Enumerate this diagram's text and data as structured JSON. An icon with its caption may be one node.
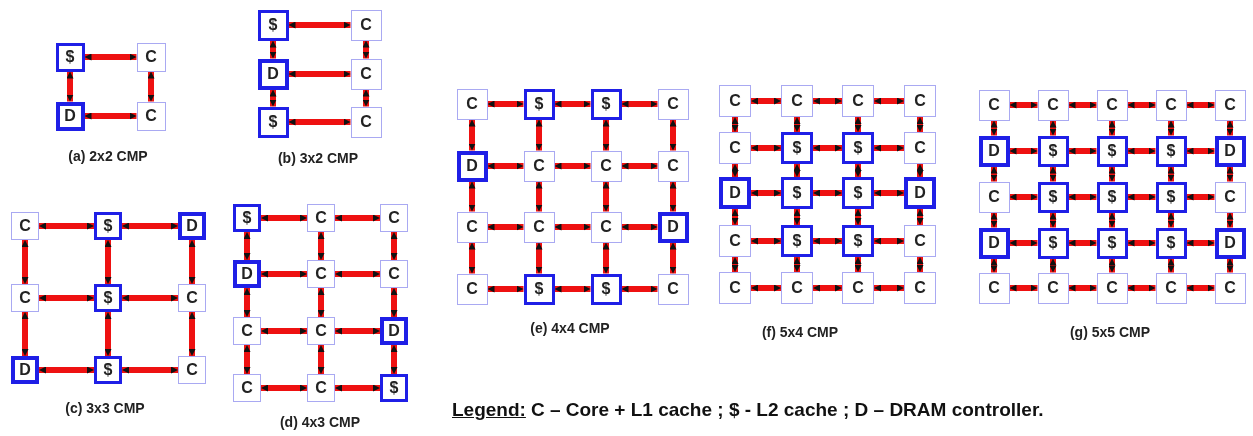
{
  "diagram": {
    "nodes": [
      {
        "text": [
          "$"
        ]
      },
      {
        "text": [
          "C"
        ]
      },
      {
        "text": [
          "D"
        ]
      },
      {
        "text": [
          "C"
        ]
      },
      {
        "text": [
          "$"
        ]
      },
      {
        "text": [
          "C"
        ]
      },
      {
        "text": [
          "D"
        ]
      },
      {
        "text": [
          "C"
        ]
      },
      {
        "text": [
          "$"
        ]
      },
      {
        "text": [
          "C"
        ]
      },
      {
        "text": [
          "C"
        ]
      },
      {
        "text": [
          "$"
        ]
      },
      {
        "text": [
          "D"
        ]
      },
      {
        "text": [
          "C"
        ]
      },
      {
        "text": [
          "$"
        ]
      },
      {
        "text": [
          "C"
        ]
      },
      {
        "text": [
          "D"
        ]
      },
      {
        "text": [
          "$"
        ]
      },
      {
        "text": [
          "C"
        ]
      },
      {
        "text": [
          "$"
        ]
      },
      {
        "text": [
          "C"
        ]
      },
      {
        "text": [
          "C"
        ]
      },
      {
        "text": [
          "D"
        ]
      },
      {
        "text": [
          "C"
        ]
      },
      {
        "text": [
          "C"
        ]
      },
      {
        "text": [
          "C"
        ]
      },
      {
        "text": [
          "C"
        ]
      },
      {
        "text": [
          "D"
        ]
      },
      {
        "text": [
          "C"
        ]
      },
      {
        "text": [
          "C"
        ]
      },
      {
        "text": [
          "$"
        ]
      },
      {
        "text": [
          "C"
        ]
      },
      {
        "text": [
          "$"
        ]
      },
      {
        "text": [
          "$"
        ]
      },
      {
        "text": [
          "C"
        ]
      },
      {
        "text": [
          "D"
        ]
      },
      {
        "text": [
          "C"
        ]
      },
      {
        "text": [
          "C"
        ]
      },
      {
        "text": [
          "C"
        ]
      },
      {
        "text": [
          "C"
        ]
      },
      {
        "text": [
          "C"
        ]
      },
      {
        "text": [
          "C"
        ]
      },
      {
        "text": [
          "D"
        ]
      },
      {
        "text": [
          "C"
        ]
      },
      {
        "text": [
          "$"
        ]
      },
      {
        "text": [
          "$"
        ]
      },
      {
        "text": [
          "C"
        ]
      },
      {
        "text": [
          "C"
        ]
      },
      {
        "text": [
          "C"
        ]
      },
      {
        "text": [
          "C"
        ]
      },
      {
        "text": [
          "C"
        ]
      },
      {
        "text": [
          "C"
        ]
      },
      {
        "text": [
          "$"
        ]
      },
      {
        "text": [
          "$"
        ]
      },
      {
        "text": [
          "C"
        ]
      },
      {
        "text": [
          "D"
        ]
      },
      {
        "text": [
          "$"
        ]
      },
      {
        "text": [
          "$"
        ]
      },
      {
        "text": [
          "D"
        ]
      },
      {
        "text": [
          "C"
        ]
      },
      {
        "text": [
          "$"
        ]
      },
      {
        "text": [
          "$"
        ]
      },
      {
        "text": [
          "C"
        ]
      },
      {
        "text": [
          "C"
        ]
      },
      {
        "text": [
          "C"
        ]
      },
      {
        "text": [
          "C"
        ]
      },
      {
        "text": [
          "C"
        ]
      },
      {
        "text": [
          "C"
        ]
      },
      {
        "text": [
          "C"
        ]
      },
      {
        "text": [
          "C"
        ]
      },
      {
        "text": [
          "C"
        ]
      },
      {
        "text": [
          "C"
        ]
      },
      {
        "text": [
          "D"
        ]
      },
      {
        "text": [
          "$"
        ]
      },
      {
        "text": [
          "$"
        ]
      },
      {
        "text": [
          "$"
        ]
      },
      {
        "text": [
          "D"
        ]
      },
      {
        "text": [
          "C"
        ]
      },
      {
        "text": [
          "$"
        ]
      },
      {
        "text": [
          "$"
        ]
      },
      {
        "text": [
          "$"
        ]
      },
      {
        "text": [
          "C"
        ]
      },
      {
        "text": [
          "D"
        ]
      },
      {
        "text": [
          "$"
        ]
      },
      {
        "text": [
          "$"
        ]
      },
      {
        "text": [
          "$"
        ]
      },
      {
        "text": [
          "D"
        ]
      },
      {
        "text": [
          "C"
        ]
      },
      {
        "text": [
          "C"
        ]
      },
      {
        "text": [
          "C"
        ]
      },
      {
        "text": [
          "C"
        ]
      },
      {
        "text": [
          "C"
        ]
      }
    ],
    "edges": [
      {
        "from": 0,
        "to": 1,
        "arrow": "both"
      },
      {
        "from": 2,
        "to": 3,
        "arrow": "both"
      },
      {
        "from": 0,
        "to": 2,
        "arrow": "both"
      },
      {
        "from": 1,
        "to": 3,
        "arrow": "both"
      },
      {
        "from": 4,
        "to": 5,
        "arrow": "both"
      },
      {
        "from": 6,
        "to": 7,
        "arrow": "both"
      },
      {
        "from": 8,
        "to": 9,
        "arrow": "both"
      },
      {
        "from": 4,
        "to": 6,
        "arrow": "both"
      },
      {
        "from": 5,
        "to": 7,
        "arrow": "both"
      },
      {
        "from": 6,
        "to": 8,
        "arrow": "both"
      },
      {
        "from": 7,
        "to": 9,
        "arrow": "both"
      },
      {
        "from": 10,
        "to": 11,
        "arrow": "both"
      },
      {
        "from": 11,
        "to": 12,
        "arrow": "both"
      },
      {
        "from": 13,
        "to": 14,
        "arrow": "both"
      },
      {
        "from": 14,
        "to": 15,
        "arrow": "both"
      },
      {
        "from": 16,
        "to": 17,
        "arrow": "both"
      },
      {
        "from": 17,
        "to": 18,
        "arrow": "both"
      },
      {
        "from": 10,
        "to": 13,
        "arrow": "both"
      },
      {
        "from": 11,
        "to": 14,
        "arrow": "both"
      },
      {
        "from": 12,
        "to": 15,
        "arrow": "both"
      },
      {
        "from": 13,
        "to": 16,
        "arrow": "both"
      },
      {
        "from": 14,
        "to": 17,
        "arrow": "both"
      },
      {
        "from": 15,
        "to": 18,
        "arrow": "both"
      },
      {
        "from": 19,
        "to": 20,
        "arrow": "both"
      },
      {
        "from": 20,
        "to": 21,
        "arrow": "both"
      },
      {
        "from": 22,
        "to": 23,
        "arrow": "both"
      },
      {
        "from": 23,
        "to": 24,
        "arrow": "both"
      },
      {
        "from": 25,
        "to": 26,
        "arrow": "both"
      },
      {
        "from": 26,
        "to": 27,
        "arrow": "both"
      },
      {
        "from": 28,
        "to": 29,
        "arrow": "both"
      },
      {
        "from": 29,
        "to": 30,
        "arrow": "both"
      },
      {
        "from": 19,
        "to": 22,
        "arrow": "both"
      },
      {
        "from": 20,
        "to": 23,
        "arrow": "both"
      },
      {
        "from": 21,
        "to": 24,
        "arrow": "both"
      },
      {
        "from": 22,
        "to": 25,
        "arrow": "both"
      },
      {
        "from": 23,
        "to": 26,
        "arrow": "both"
      },
      {
        "from": 24,
        "to": 27,
        "arrow": "both"
      },
      {
        "from": 25,
        "to": 28,
        "arrow": "both"
      },
      {
        "from": 26,
        "to": 29,
        "arrow": "both"
      },
      {
        "from": 27,
        "to": 30,
        "arrow": "both"
      },
      {
        "from": 31,
        "to": 32,
        "arrow": "both"
      },
      {
        "from": 32,
        "to": 33,
        "arrow": "both"
      },
      {
        "from": 33,
        "to": 34,
        "arrow": "both"
      },
      {
        "from": 35,
        "to": 36,
        "arrow": "both"
      },
      {
        "from": 36,
        "to": 37,
        "arrow": "both"
      },
      {
        "from": 37,
        "to": 38,
        "arrow": "both"
      },
      {
        "from": 39,
        "to": 40,
        "arrow": "both"
      },
      {
        "from": 40,
        "to": 41,
        "arrow": "both"
      },
      {
        "from": 41,
        "to": 42,
        "arrow": "both"
      },
      {
        "from": 43,
        "to": 44,
        "arrow": "both"
      },
      {
        "from": 44,
        "to": 45,
        "arrow": "both"
      },
      {
        "from": 45,
        "to": 46,
        "arrow": "both"
      },
      {
        "from": 31,
        "to": 35,
        "arrow": "both"
      },
      {
        "from": 32,
        "to": 36,
        "arrow": "both"
      },
      {
        "from": 33,
        "to": 37,
        "arrow": "both"
      },
      {
        "from": 34,
        "to": 38,
        "arrow": "both"
      },
      {
        "from": 35,
        "to": 39,
        "arrow": "both"
      },
      {
        "from": 36,
        "to": 40,
        "arrow": "both"
      },
      {
        "from": 37,
        "to": 41,
        "arrow": "both"
      },
      {
        "from": 38,
        "to": 42,
        "arrow": "both"
      },
      {
        "from": 39,
        "to": 43,
        "arrow": "both"
      },
      {
        "from": 40,
        "to": 44,
        "arrow": "both"
      },
      {
        "from": 41,
        "to": 45,
        "arrow": "both"
      },
      {
        "from": 42,
        "to": 46,
        "arrow": "both"
      },
      {
        "from": 47,
        "to": 48,
        "arrow": "both"
      },
      {
        "from": 48,
        "to": 49,
        "arrow": "both"
      },
      {
        "from": 49,
        "to": 50,
        "arrow": "both"
      },
      {
        "from": 51,
        "to": 52,
        "arrow": "both"
      },
      {
        "from": 52,
        "to": 53,
        "arrow": "both"
      },
      {
        "from": 53,
        "to": 54,
        "arrow": "both"
      },
      {
        "from": 55,
        "to": 56,
        "arrow": "both"
      },
      {
        "from": 56,
        "to": 57,
        "arrow": "both"
      },
      {
        "from": 57,
        "to": 58,
        "arrow": "both"
      },
      {
        "from": 59,
        "to": 60,
        "arrow": "both"
      },
      {
        "from": 60,
        "to": 61,
        "arrow": "both"
      },
      {
        "from": 61,
        "to": 62,
        "arrow": "both"
      },
      {
        "from": 63,
        "to": 64,
        "arrow": "both"
      },
      {
        "from": 64,
        "to": 65,
        "arrow": "both"
      },
      {
        "from": 65,
        "to": 66,
        "arrow": "both"
      },
      {
        "from": 47,
        "to": 51,
        "arrow": "both"
      },
      {
        "from": 48,
        "to": 52,
        "arrow": "both"
      },
      {
        "from": 49,
        "to": 53,
        "arrow": "both"
      },
      {
        "from": 50,
        "to": 54,
        "arrow": "both"
      },
      {
        "from": 51,
        "to": 55,
        "arrow": "both"
      },
      {
        "from": 52,
        "to": 56,
        "arrow": "both"
      },
      {
        "from": 53,
        "to": 57,
        "arrow": "both"
      },
      {
        "from": 54,
        "to": 58,
        "arrow": "both"
      },
      {
        "from": 55,
        "to": 59,
        "arrow": "both"
      },
      {
        "from": 56,
        "to": 60,
        "arrow": "both"
      },
      {
        "from": 57,
        "to": 61,
        "arrow": "both"
      },
      {
        "from": 58,
        "to": 62,
        "arrow": "both"
      },
      {
        "from": 59,
        "to": 63,
        "arrow": "both"
      },
      {
        "from": 60,
        "to": 64,
        "arrow": "both"
      },
      {
        "from": 61,
        "to": 65,
        "arrow": "both"
      },
      {
        "from": 62,
        "to": 66,
        "arrow": "both"
      },
      {
        "from": 67,
        "to": 68,
        "arrow": "both"
      },
      {
        "from": 68,
        "to": 69,
        "arrow": "both"
      },
      {
        "from": 69,
        "to": 70,
        "arrow": "both"
      },
      {
        "from": 70,
        "to": 71,
        "arrow": "both"
      },
      {
        "from": 72,
        "to": 73,
        "arrow": "both"
      },
      {
        "from": 73,
        "to": 74,
        "arrow": "both"
      },
      {
        "from": 74,
        "to": 75,
        "arrow": "both"
      },
      {
        "from": 75,
        "to": 76,
        "arrow": "both"
      },
      {
        "from": 77,
        "to": 78,
        "arrow": "both"
      },
      {
        "from": 78,
        "to": 79,
        "arrow": "both"
      },
      {
        "from": 79,
        "to": 80,
        "arrow": "both"
      },
      {
        "from": 80,
        "to": 81,
        "arrow": "both"
      },
      {
        "from": 82,
        "to": 83,
        "arrow": "both"
      },
      {
        "from": 83,
        "to": 84,
        "arrow": "both"
      },
      {
        "from": 84,
        "to": 85,
        "arrow": "both"
      },
      {
        "from": 85,
        "to": 86,
        "arrow": "both"
      },
      {
        "from": 87,
        "to": 88,
        "arrow": "both"
      },
      {
        "from": 88,
        "to": 89,
        "arrow": "both"
      },
      {
        "from": 89,
        "to": 90,
        "arrow": "both"
      },
      {
        "from": 90,
        "to": 91,
        "arrow": "both"
      },
      {
        "from": 67,
        "to": 72,
        "arrow": "both"
      },
      {
        "from": 68,
        "to": 73,
        "arrow": "both"
      },
      {
        "from": 69,
        "to": 74,
        "arrow": "both"
      },
      {
        "from": 70,
        "to": 75,
        "arrow": "both"
      },
      {
        "from": 71,
        "to": 76,
        "arrow": "both"
      },
      {
        "from": 72,
        "to": 77,
        "arrow": "both"
      },
      {
        "from": 73,
        "to": 78,
        "arrow": "both"
      },
      {
        "from": 74,
        "to": 79,
        "arrow": "both"
      },
      {
        "from": 75,
        "to": 80,
        "arrow": "both"
      },
      {
        "from": 76,
        "to": 81,
        "arrow": "both"
      },
      {
        "from": 77,
        "to": 82,
        "arrow": "both"
      },
      {
        "from": 78,
        "to": 83,
        "arrow": "both"
      },
      {
        "from": 79,
        "to": 84,
        "arrow": "both"
      },
      {
        "from": 80,
        "to": 85,
        "arrow": "both"
      },
      {
        "from": 81,
        "to": 86,
        "arrow": "both"
      },
      {
        "from": 82,
        "to": 87,
        "arrow": "both"
      },
      {
        "from": 83,
        "to": 88,
        "arrow": "both"
      },
      {
        "from": 84,
        "to": 89,
        "arrow": "both"
      },
      {
        "from": 85,
        "to": 90,
        "arrow": "both"
      },
      {
        "from": 86,
        "to": 91,
        "arrow": "both"
      }
    ],
    "labels": [
      "(a) 2x2 CMP",
      "(b) 3x2 CMP",
      "(c) 3x3 CMP",
      "(d) 4x3 CMP",
      "(e) 4x4 CMP",
      "(f) 5x4 CMP",
      "(g) 5x5 CMP",
      "Legend:",
      "C – Core + L1 cache ; $ - L2 cache ; D – DRAM controller."
    ]
  }
}
